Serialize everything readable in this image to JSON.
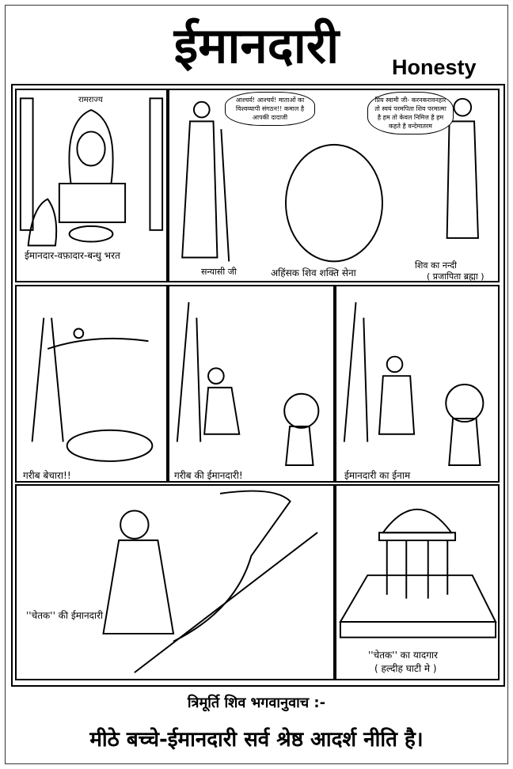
{
  "title": "ईमानदारी",
  "subtitle": "Honesty",
  "panels": {
    "p1": {
      "label": "रामराज्य",
      "caption": "ईमानदार-वफ़ादार-बन्धु भरत"
    },
    "p2": {
      "bubble_left": "आश्चर्य! आश्चर्य! माताओं का विश्वव्यापी संगठन!! कमाल है आपकी दादाजी",
      "bubble_right": "प्रिय स्वामी जी- करनकरावनहार तो स्वयं परमपिता शिव परमात्मा है हम तो केवल निमित्त है हम कहते है वन्देमातरम",
      "caption_sanyasi": "सन्यासी जी",
      "caption_sena": "अहिंसक शिव शक्ति सेना",
      "caption_nandi": "शिव का नन्दी",
      "caption_brahma": "( प्रजापिता ब्रह्मा )"
    },
    "p3": {
      "caption": "गरीब बेचारा!!"
    },
    "p4": {
      "caption": "गरीब की ईमानदारी!"
    },
    "p5": {
      "caption": "ईमानदारी का ईनाम"
    },
    "p6": {
      "caption": "''चेतक'' की ईमानदारी"
    },
    "p7": {
      "caption1": "''चेतक'' का यादगार",
      "caption2": "( हल्दीह घाटी मे )"
    }
  },
  "footer": {
    "line1": "त्रिमूर्ति शिव भगवानुवाच :-",
    "line2": "मीठे बच्चे-ईमानदारी सर्व श्रेष्ठ आदर्श नीति है।"
  }
}
